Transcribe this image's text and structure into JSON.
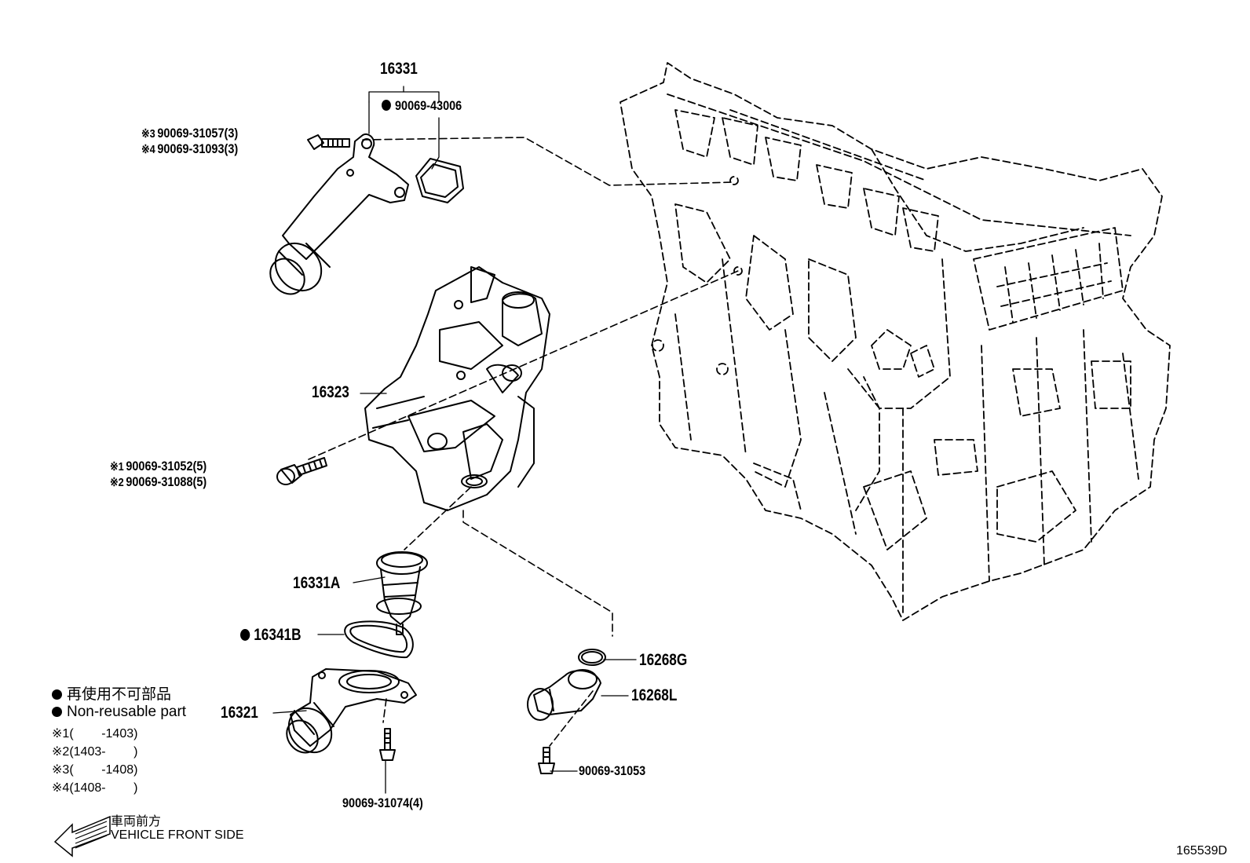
{
  "parts": {
    "p16331": "16331",
    "p16331_gasket": "90069-43006",
    "p16331_bolt_a_mark": "※3",
    "p16331_bolt_a": "90069-31057(3)",
    "p16331_bolt_b_mark": "※4",
    "p16331_bolt_b": "90069-31093(3)",
    "p16323": "16323",
    "p16323_bolt_a_mark": "※1",
    "p16323_bolt_a": "90069-31052(5)",
    "p16323_bolt_b_mark": "※2",
    "p16323_bolt_b": "90069-31088(5)",
    "p16331A": "16331A",
    "p16341B": "16341B",
    "p16321": "16321",
    "p16321_bolt": "90069-31074(4)",
    "p16268G": "16268G",
    "p16268L": "16268L",
    "p16268L_bolt": "90069-31053"
  },
  "legend": {
    "nonreusable_jp": "再使用不可部品",
    "nonreusable_en": "Non-reusable part",
    "notes": [
      {
        "mark": "※1",
        "range": "(        -1403)"
      },
      {
        "mark": "※2",
        "range": "(1403-        )"
      },
      {
        "mark": "※3",
        "range": "(        -1408)"
      },
      {
        "mark": "※4",
        "range": "(1408-        )"
      }
    ]
  },
  "direction": {
    "jp": "車両前方",
    "en": "VEHICLE FRONT SIDE"
  },
  "diagram_id": "165539D"
}
